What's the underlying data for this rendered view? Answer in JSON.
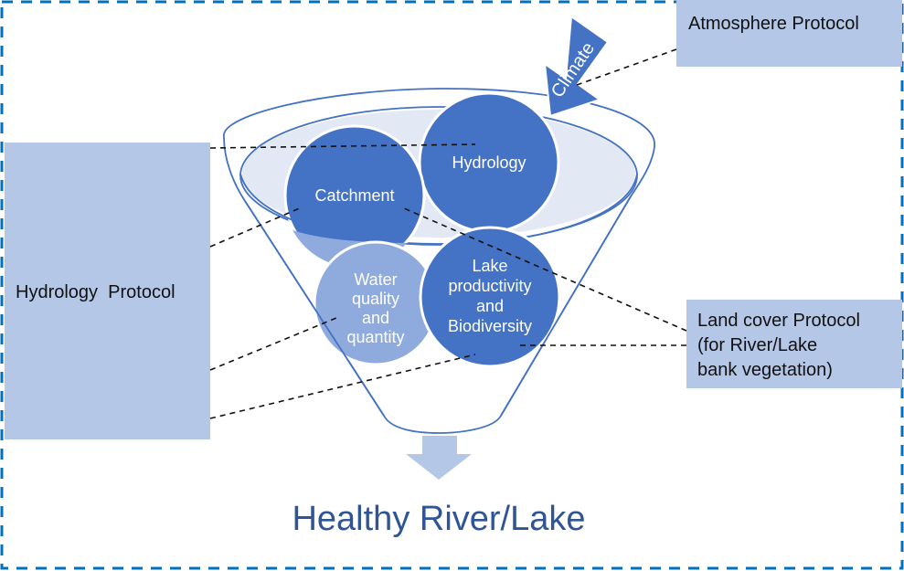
{
  "diagram": {
    "title_outcome": "Healthy River/Lake",
    "climate_label": "Climate",
    "components": [
      {
        "id": "hydrology",
        "label_lines": [
          "Hydrology"
        ],
        "shade": "dark"
      },
      {
        "id": "catchment",
        "label_lines": [
          "Catchment"
        ],
        "shade": "dark"
      },
      {
        "id": "water-quality",
        "label_lines": [
          "Water",
          "quality",
          "and",
          "quantity"
        ],
        "shade": "light"
      },
      {
        "id": "lake-productivity",
        "label_lines": [
          "Lake",
          "productivity",
          "and",
          "Biodiversity"
        ],
        "shade": "dark"
      }
    ],
    "protocols": {
      "atmosphere": {
        "label_lines": [
          "Atmosphere Protocol"
        ],
        "links_to": [
          "climate"
        ]
      },
      "hydrology": {
        "label_lines": [
          "Hydrology  Protocol"
        ],
        "links_to": [
          "hydrology",
          "catchment",
          "water-quality",
          "lake-productivity"
        ]
      },
      "land_cover": {
        "label_lines": [
          "Land cover Protocol",
          "(for River/Lake",
          "bank vegetation)"
        ],
        "links_to": [
          "catchment",
          "lake-productivity"
        ]
      }
    },
    "colors": {
      "frame": "#0070c0",
      "protocol_box": "#b4c7e7",
      "circle_dark": "#4472c4",
      "circle_light": "#8faadc",
      "funnel_line": "#4472c4",
      "outcome_text": "#2f5597",
      "output_arrow": "#b4c7e7"
    }
  }
}
